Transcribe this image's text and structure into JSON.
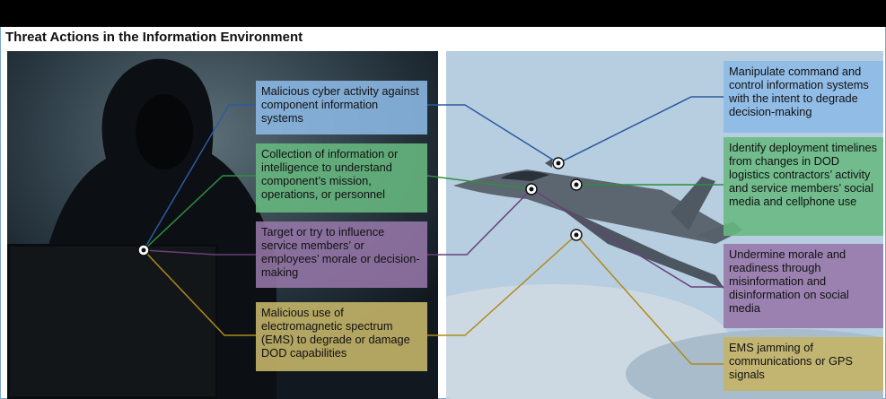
{
  "title": "Threat Actions in the Information Environment",
  "colors": {
    "blue": "#8cb9e6",
    "green": "#68b880",
    "purple": "#9676a8",
    "yellow": "#c4b468",
    "line_blue": "#2c5aa0",
    "line_green": "#2f8f3f",
    "line_purple": "#6a3f7a",
    "line_yellow": "#b08a1a"
  },
  "left_panel": {
    "image": "hooded-hacker-at-laptop",
    "actions": [
      {
        "text": "Malicious cyber activity against component information systems",
        "color": "blue"
      },
      {
        "text": "Collection of information or intelligence to understand component’s mission, operations, or personnel",
        "color": "green"
      },
      {
        "text": "Target or try to influence service members’ or employees’ morale or decision-making",
        "color": "purple"
      },
      {
        "text": "Malicious use of electromagnetic spectrum (EMS) to degrade or damage DOD capabilities",
        "color": "yellow"
      }
    ]
  },
  "right_panel": {
    "image": "fighter-jet-in-flight",
    "actions": [
      {
        "text": "Manipulate command and control information systems with the intent to degrade decision-making",
        "color": "blue"
      },
      {
        "text": "Identify deployment timelines from changes in DOD logistics contractors’ activity and service members’ social media and cellphone use",
        "color": "green"
      },
      {
        "text": "Undermine morale and readiness through misinformation and disinformation on social media",
        "color": "purple"
      },
      {
        "text": "EMS jamming of communications or GPS signals",
        "color": "yellow"
      }
    ]
  }
}
